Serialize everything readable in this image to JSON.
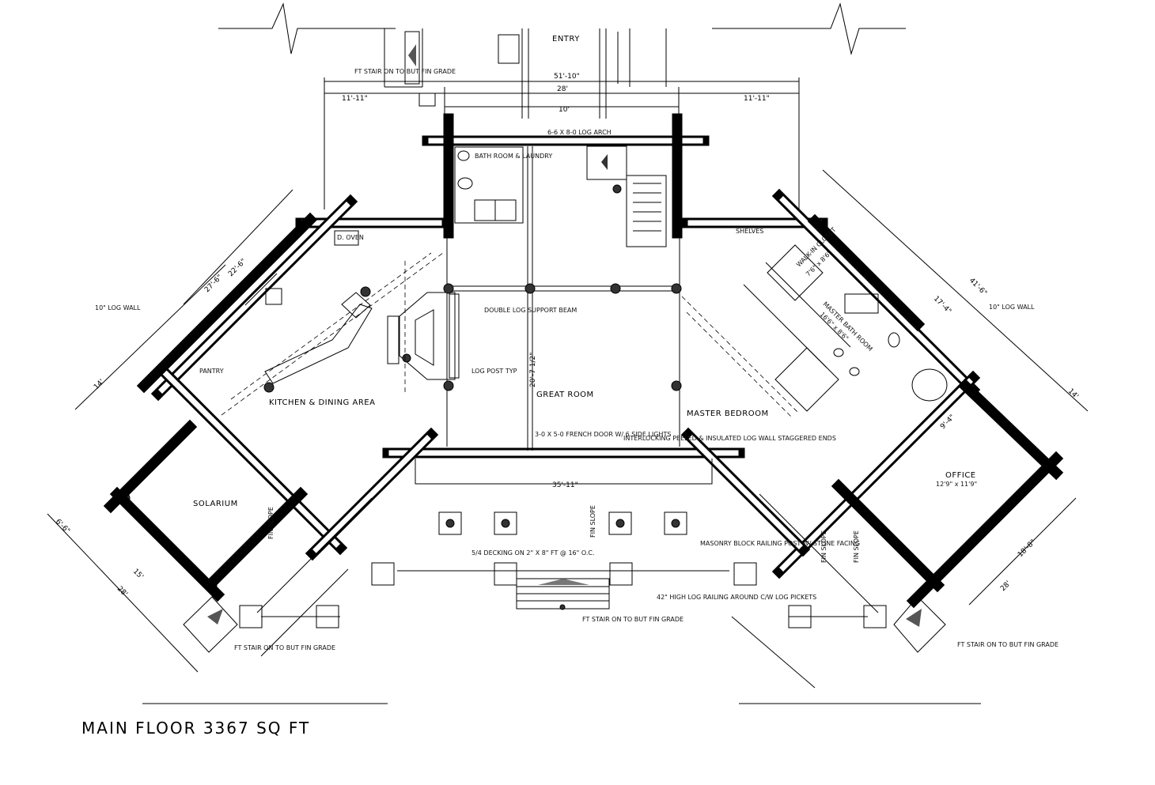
{
  "plan_title": "MAIN FLOOR 3367 SQ FT",
  "rooms": {
    "entry": "ENTRY",
    "great_room": "GREAT ROOM",
    "kitchen": "KITCHEN & DINING AREA",
    "solarium": "SOLARIUM",
    "master_bedroom": "MASTER BEDROOM",
    "office": "OFFICE",
    "office_size": "12'9\" x 11'9\"",
    "walk_in_closet": "WALK-IN CLOSET",
    "walk_in_size": "7'6\" x 8'6\"",
    "master_bath": "MASTER BATH ROOM",
    "master_bath_size": "16'6\" x 8'6\"",
    "bath_laundry": "BATH ROOM & LAUNDRY",
    "pantry": "PANTRY",
    "shelves": "SHELVES",
    "d_oven": "D. OVEN"
  },
  "dimensions": {
    "overall_width": "51'-10\"",
    "center_width": "28'",
    "left_wing": "11'-11\"",
    "right_wing": "11'-11\"",
    "arch_width": "10'",
    "great_room_depth": "20'-7 1/2\"",
    "porch_width": "35'-11\"",
    "left_27_6": "27'-6\"",
    "left_22_6": "22'-6\"",
    "left_14": "14'",
    "left_6_6": "6'-6\"",
    "left_15": "15'",
    "left_28": "28'",
    "right_41_6": "41'-6\"",
    "right_17_4": "17'-4\"",
    "right_28": "28'",
    "right_18_8": "18'-8\"",
    "right_9_4": "9'-4\"",
    "right_14": "14'"
  },
  "notes": {
    "log_arch": "6-6 X 8-0 LOG ARCH",
    "double_log_support": "DOUBLE LOG SUPPORT BEAM",
    "french_door": "3-0 X 5-0 FRENCH DOOR W/ 6 SIDE LIGHTS",
    "interlocking": "INTERLOCKING PEELED & INSULATED LOG WALL STAGGERED ENDS",
    "log_post": "LOG POST TYP",
    "stair_grade_1": "FT STAIR ON TO BUT FIN GRADE",
    "stair_grade_2": "FT STAIR ON TO BUT FIN GRADE",
    "stair_grade_3": "FT STAIR ON TO BUT FIN GRADE",
    "fin_slope_1": "FIN SLOPE",
    "fin_slope_2": "FIN SLOPE",
    "fin_slope_3": "FIN SLOPE",
    "fin_slope_4": "FIN SLOPE",
    "log_wall_left": "10\" LOG WALL",
    "log_wall_right": "10\" LOG WALL",
    "masonry_post": "MASONRY BLOCK RAILING POST W/ STONE FACING",
    "railing": "42\" HIGH LOG RAILING AROUND C/W LOG PICKETS",
    "decking": "5/4 DECKING ON 2\" X 8\" FT @ 16\" O.C."
  }
}
